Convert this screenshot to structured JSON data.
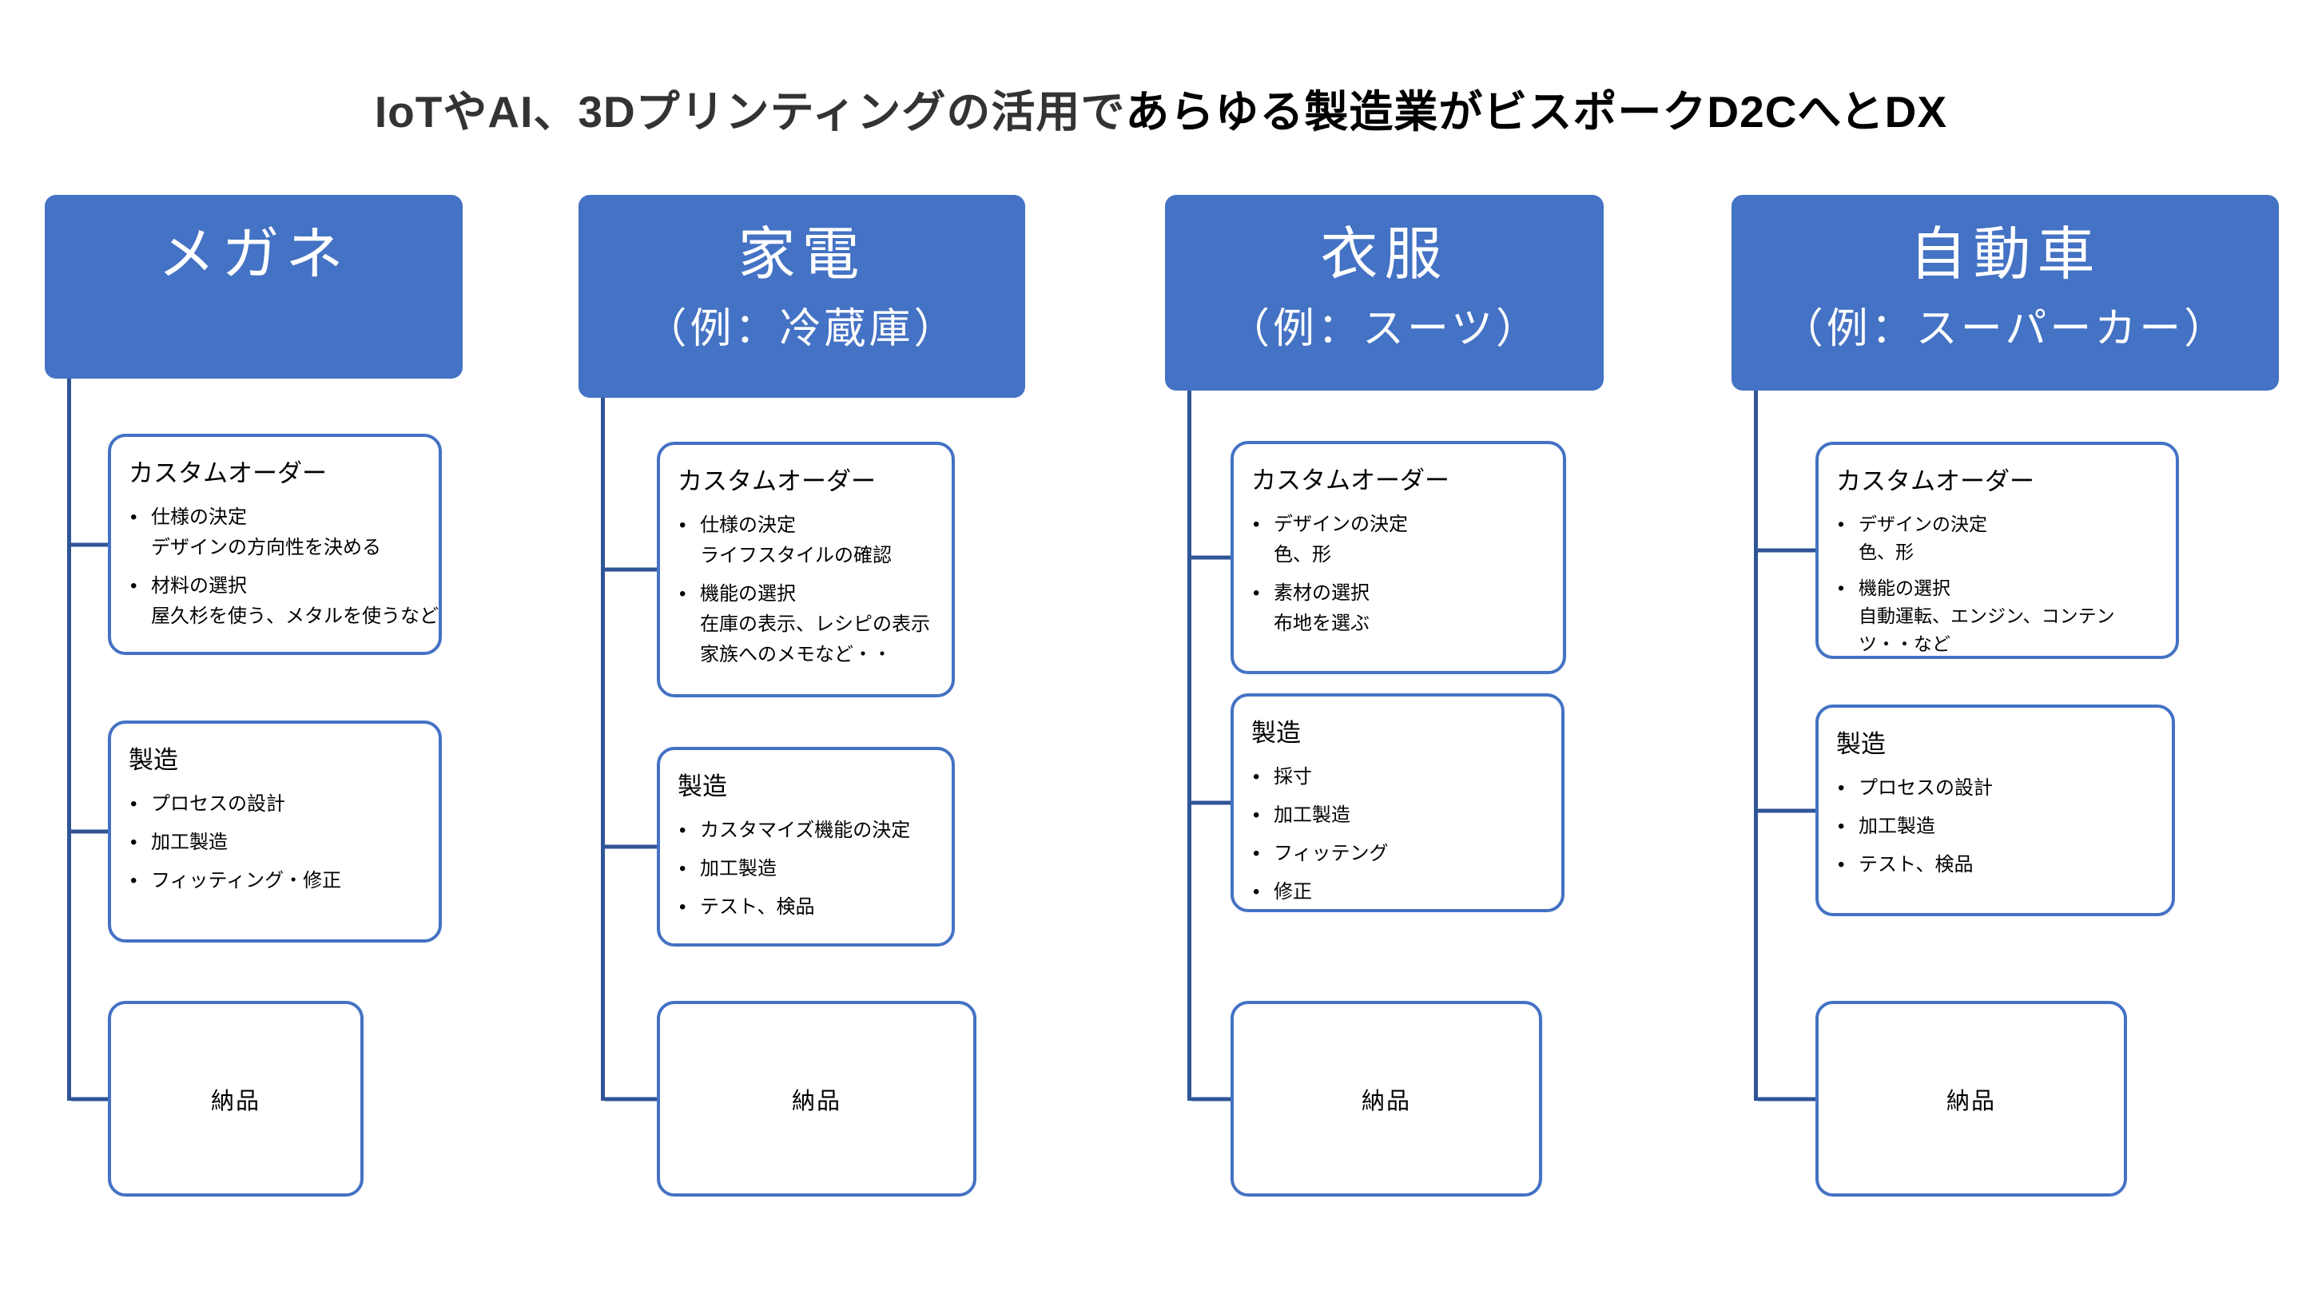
{
  "title": {
    "part1": "IoTやAI、3Dプリンティングの活用で",
    "part2": "あらゆる製造業がビスポークD2CへとDX"
  },
  "colors": {
    "header_fill": "#4472C4",
    "box_border": "#4472C4",
    "connector": "#2F5597",
    "header_text": "#FFFFFF",
    "title_text": "#000000"
  },
  "columns": [
    {
      "header": {
        "title": "メガネ"
      },
      "boxes": [
        {
          "title": "カスタムオーダー",
          "lines": [
            {
              "bullet": true,
              "text": "仕様の決定"
            },
            {
              "bullet": false,
              "text": "デザインの方向性を決める"
            },
            {
              "bullet": true,
              "text": "材料の選択"
            },
            {
              "bullet": false,
              "text": "屋久杉を使う、メタルを使うなど"
            }
          ]
        },
        {
          "title": "製造",
          "lines": [
            {
              "bullet": true,
              "text": "プロセスの設計"
            },
            {
              "bullet": true,
              "text": "加工製造"
            },
            {
              "bullet": true,
              "text": "フィッティング・修正"
            }
          ]
        },
        {
          "label": "納品"
        }
      ]
    },
    {
      "header": {
        "title": "家電",
        "subtitle": "（例：冷蔵庫）"
      },
      "boxes": [
        {
          "title": "カスタムオーダー",
          "lines": [
            {
              "bullet": true,
              "text": "仕様の決定"
            },
            {
              "bullet": false,
              "text": "ライフスタイルの確認"
            },
            {
              "bullet": true,
              "text": "機能の選択"
            },
            {
              "bullet": false,
              "text": "在庫の表示、レシピの表示"
            },
            {
              "bullet": false,
              "text": "家族へのメモなど・・"
            }
          ]
        },
        {
          "title": "製造",
          "lines": [
            {
              "bullet": true,
              "text": "カスタマイズ機能の決定"
            },
            {
              "bullet": true,
              "text": "加工製造"
            },
            {
              "bullet": true,
              "text": "テスト、検品"
            }
          ]
        },
        {
          "label": "納品"
        }
      ]
    },
    {
      "header": {
        "title": "衣服",
        "subtitle": "（例：スーツ）"
      },
      "boxes": [
        {
          "title": "カスタムオーダー",
          "lines": [
            {
              "bullet": true,
              "text": "デザインの決定"
            },
            {
              "bullet": false,
              "text": "色、形"
            },
            {
              "bullet": true,
              "text": "素材の選択"
            },
            {
              "bullet": false,
              "text": "布地を選ぶ"
            }
          ]
        },
        {
          "title": "製造",
          "lines": [
            {
              "bullet": true,
              "text": "採寸"
            },
            {
              "bullet": true,
              "text": "加工製造"
            },
            {
              "bullet": true,
              "text": "フィッテング"
            },
            {
              "bullet": true,
              "text": "修正"
            }
          ]
        },
        {
          "label": "納品"
        }
      ]
    },
    {
      "header": {
        "title": "自動車",
        "subtitle": "（例：スーパーカー）"
      },
      "boxes": [
        {
          "title": "カスタムオーダー",
          "lines": [
            {
              "bullet": true,
              "text": "デザインの決定"
            },
            {
              "bullet": false,
              "text": "色、形"
            },
            {
              "bullet": true,
              "text": "機能の選択"
            },
            {
              "bullet": false,
              "text": "自動運転、エンジン、コンテンツ・・など"
            }
          ]
        },
        {
          "title": "製造",
          "lines": [
            {
              "bullet": true,
              "text": "プロセスの設計"
            },
            {
              "bullet": true,
              "text": "加工製造"
            },
            {
              "bullet": true,
              "text": "テスト、検品"
            }
          ]
        },
        {
          "label": "納品"
        }
      ]
    }
  ]
}
